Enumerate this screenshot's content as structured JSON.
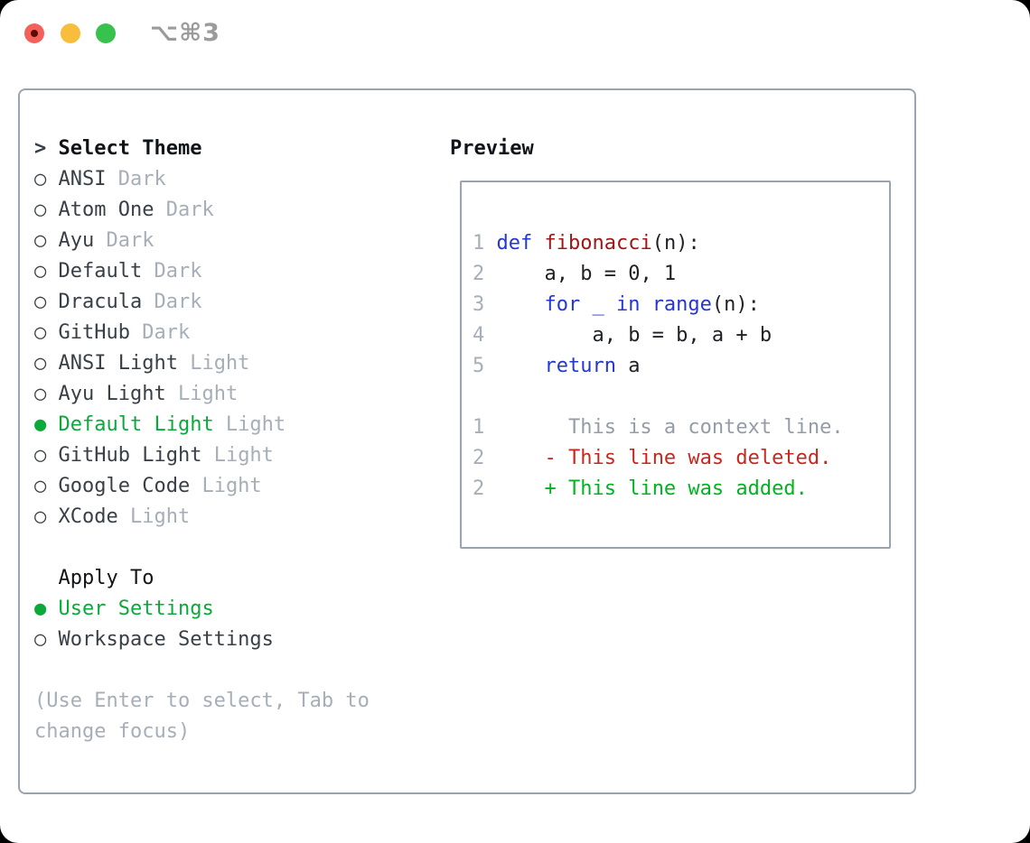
{
  "window": {
    "shortcut_label": "⌥⌘3"
  },
  "markers": {
    "header": ">",
    "unselected": "○",
    "selected": "●"
  },
  "theme_picker": {
    "title": "Select Theme",
    "items": [
      {
        "name": "ANSI",
        "variant": "Dark",
        "selected": false
      },
      {
        "name": "Atom One",
        "variant": "Dark",
        "selected": false
      },
      {
        "name": "Ayu",
        "variant": "Dark",
        "selected": false
      },
      {
        "name": "Default",
        "variant": "Dark",
        "selected": false
      },
      {
        "name": "Dracula",
        "variant": "Dark",
        "selected": false
      },
      {
        "name": "GitHub",
        "variant": "Dark",
        "selected": false
      },
      {
        "name": "ANSI Light",
        "variant": "Light",
        "selected": false
      },
      {
        "name": "Ayu Light",
        "variant": "Light",
        "selected": false
      },
      {
        "name": "Default Light",
        "variant": "Light",
        "selected": true
      },
      {
        "name": "GitHub Light",
        "variant": "Light",
        "selected": false
      },
      {
        "name": "Google Code",
        "variant": "Light",
        "selected": false
      },
      {
        "name": "XCode",
        "variant": "Light",
        "selected": false
      }
    ],
    "apply_to": {
      "title": "Apply To",
      "options": [
        {
          "label": "User Settings",
          "selected": true
        },
        {
          "label": "Workspace Settings",
          "selected": false
        }
      ]
    },
    "hint_lines": [
      "(Use Enter to select, Tab to",
      "change focus)"
    ]
  },
  "preview": {
    "title": "Preview",
    "lines": [
      [
        {
          "text": "1 ",
          "style": "num"
        },
        {
          "text": "def",
          "style": "kw"
        },
        {
          "text": " ",
          "style": "plain"
        },
        {
          "text": "fibonacci",
          "style": "fn"
        },
        {
          "text": "(n):",
          "style": "plain"
        }
      ],
      [
        {
          "text": "2 ",
          "style": "num"
        },
        {
          "text": "    a, b = 0, 1",
          "style": "plain"
        }
      ],
      [
        {
          "text": "3 ",
          "style": "num"
        },
        {
          "text": "    ",
          "style": "plain"
        },
        {
          "text": "for _ in range",
          "style": "kw"
        },
        {
          "text": "(n):",
          "style": "plain"
        }
      ],
      [
        {
          "text": "4 ",
          "style": "num"
        },
        {
          "text": "        a, b = b, a + b",
          "style": "plain"
        }
      ],
      [
        {
          "text": "5 ",
          "style": "num"
        },
        {
          "text": "    ",
          "style": "plain"
        },
        {
          "text": "return",
          "style": "kw"
        },
        {
          "text": " a",
          "style": "plain"
        }
      ],
      [],
      [
        {
          "text": "1",
          "style": "num"
        },
        {
          "text": "       This is a context line.",
          "style": "ctx"
        }
      ],
      [
        {
          "text": "2",
          "style": "num"
        },
        {
          "text": "     ",
          "style": "plain"
        },
        {
          "text": "- This line was deleted.",
          "style": "del"
        }
      ],
      [
        {
          "text": "2",
          "style": "num"
        },
        {
          "text": "     ",
          "style": "plain"
        },
        {
          "text": "+ This line was added.",
          "style": "add"
        }
      ]
    ]
  },
  "colors": {
    "accent_green": "#0ca83c",
    "muted": "#a6aeb8",
    "text": "#383f46",
    "heading": "#101317",
    "border": "#9aa4ae",
    "keyword_blue": "#2336d6",
    "function_red": "#a31515",
    "diff_del": "#c9271c",
    "diff_add": "#00b31f",
    "traffic_red": "#f4605a",
    "traffic_yellow": "#f7bd3b",
    "traffic_green": "#36c24c"
  }
}
